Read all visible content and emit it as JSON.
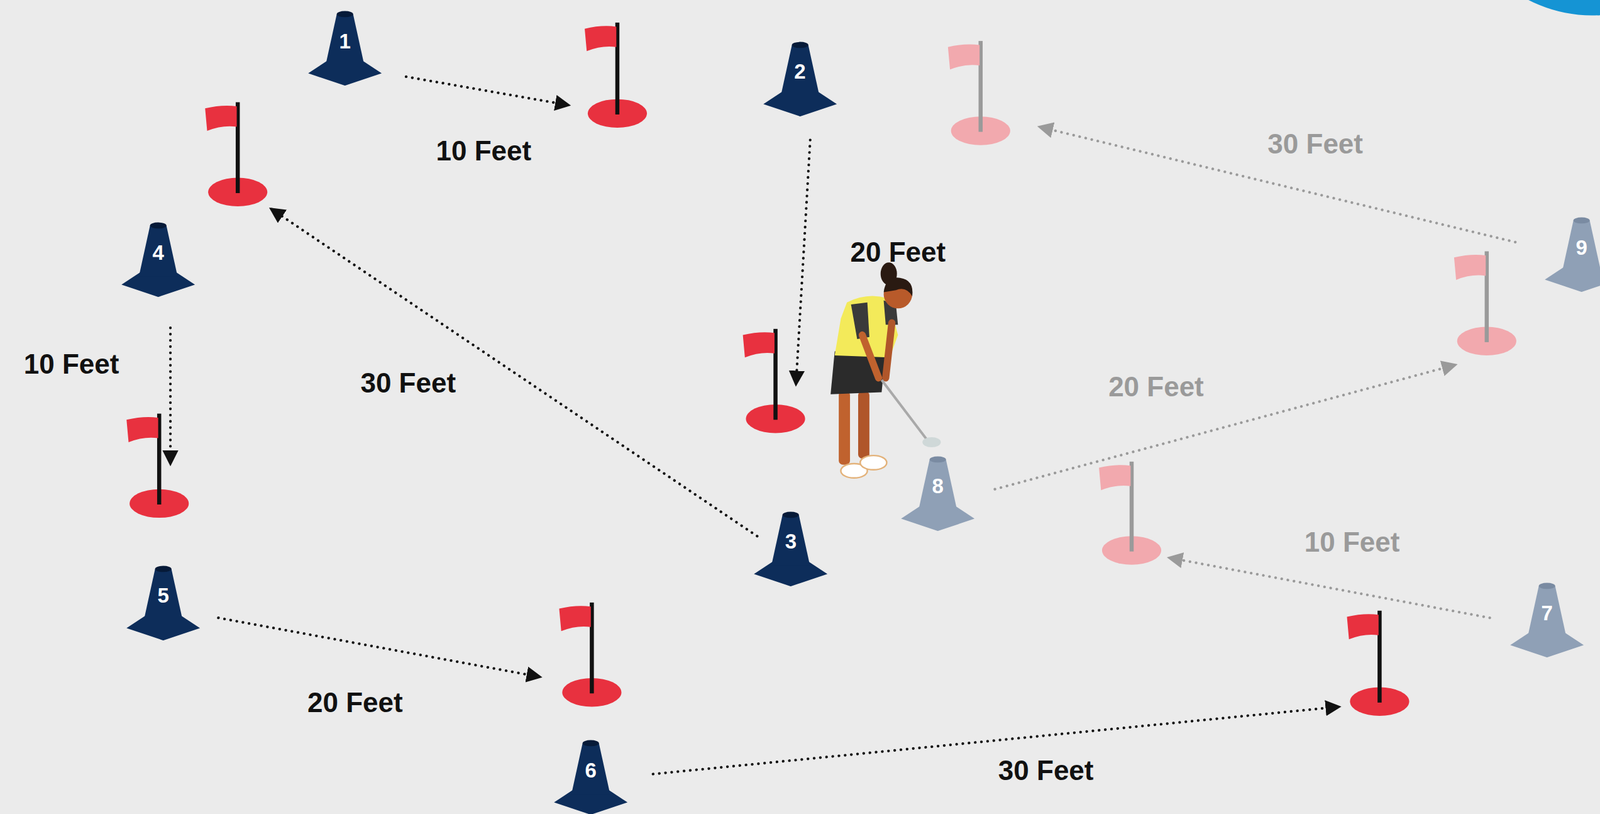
{
  "diagram": {
    "nodes": [
      {
        "text": [
          "1"
        ]
      },
      {
        "text": [
          "2"
        ]
      },
      {
        "text": [
          "3"
        ]
      },
      {
        "text": [
          "4"
        ]
      },
      {
        "text": [
          "5"
        ]
      },
      {
        "text": [
          "6"
        ]
      },
      {
        "text": [
          "7"
        ]
      },
      {
        "text": [
          "8"
        ]
      },
      {
        "text": [
          "9"
        ]
      }
    ],
    "labels": [
      "10 Feet",
      "20 Feet",
      "30 Feet",
      "10 Feet",
      "20 Feet",
      "30 Feet",
      "10 Feet",
      "20 Feet",
      "30 Feet"
    ]
  }
}
